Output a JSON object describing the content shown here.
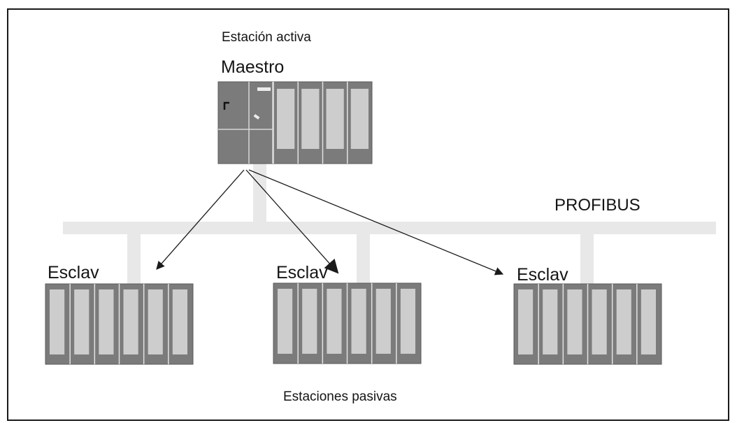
{
  "diagram": {
    "master": {
      "caption": "Estación activa",
      "name": "Maestro",
      "slot_count": 4
    },
    "bus": {
      "name": "PROFIBUS"
    },
    "slaves": [
      {
        "name": "Esclav",
        "slot_count": 6
      },
      {
        "name": "Esclav",
        "slot_count": 6
      },
      {
        "name": "Esclav",
        "slot_count": 6
      }
    ],
    "passive_caption": "Estaciones pasivas"
  },
  "colors": {
    "frame": "#1a1a1a",
    "bus": "#e8e8e8",
    "rack": "#7b7b7b",
    "module": "#cdcdcd",
    "arrow": "#1a1a1a",
    "text": "#141414"
  }
}
